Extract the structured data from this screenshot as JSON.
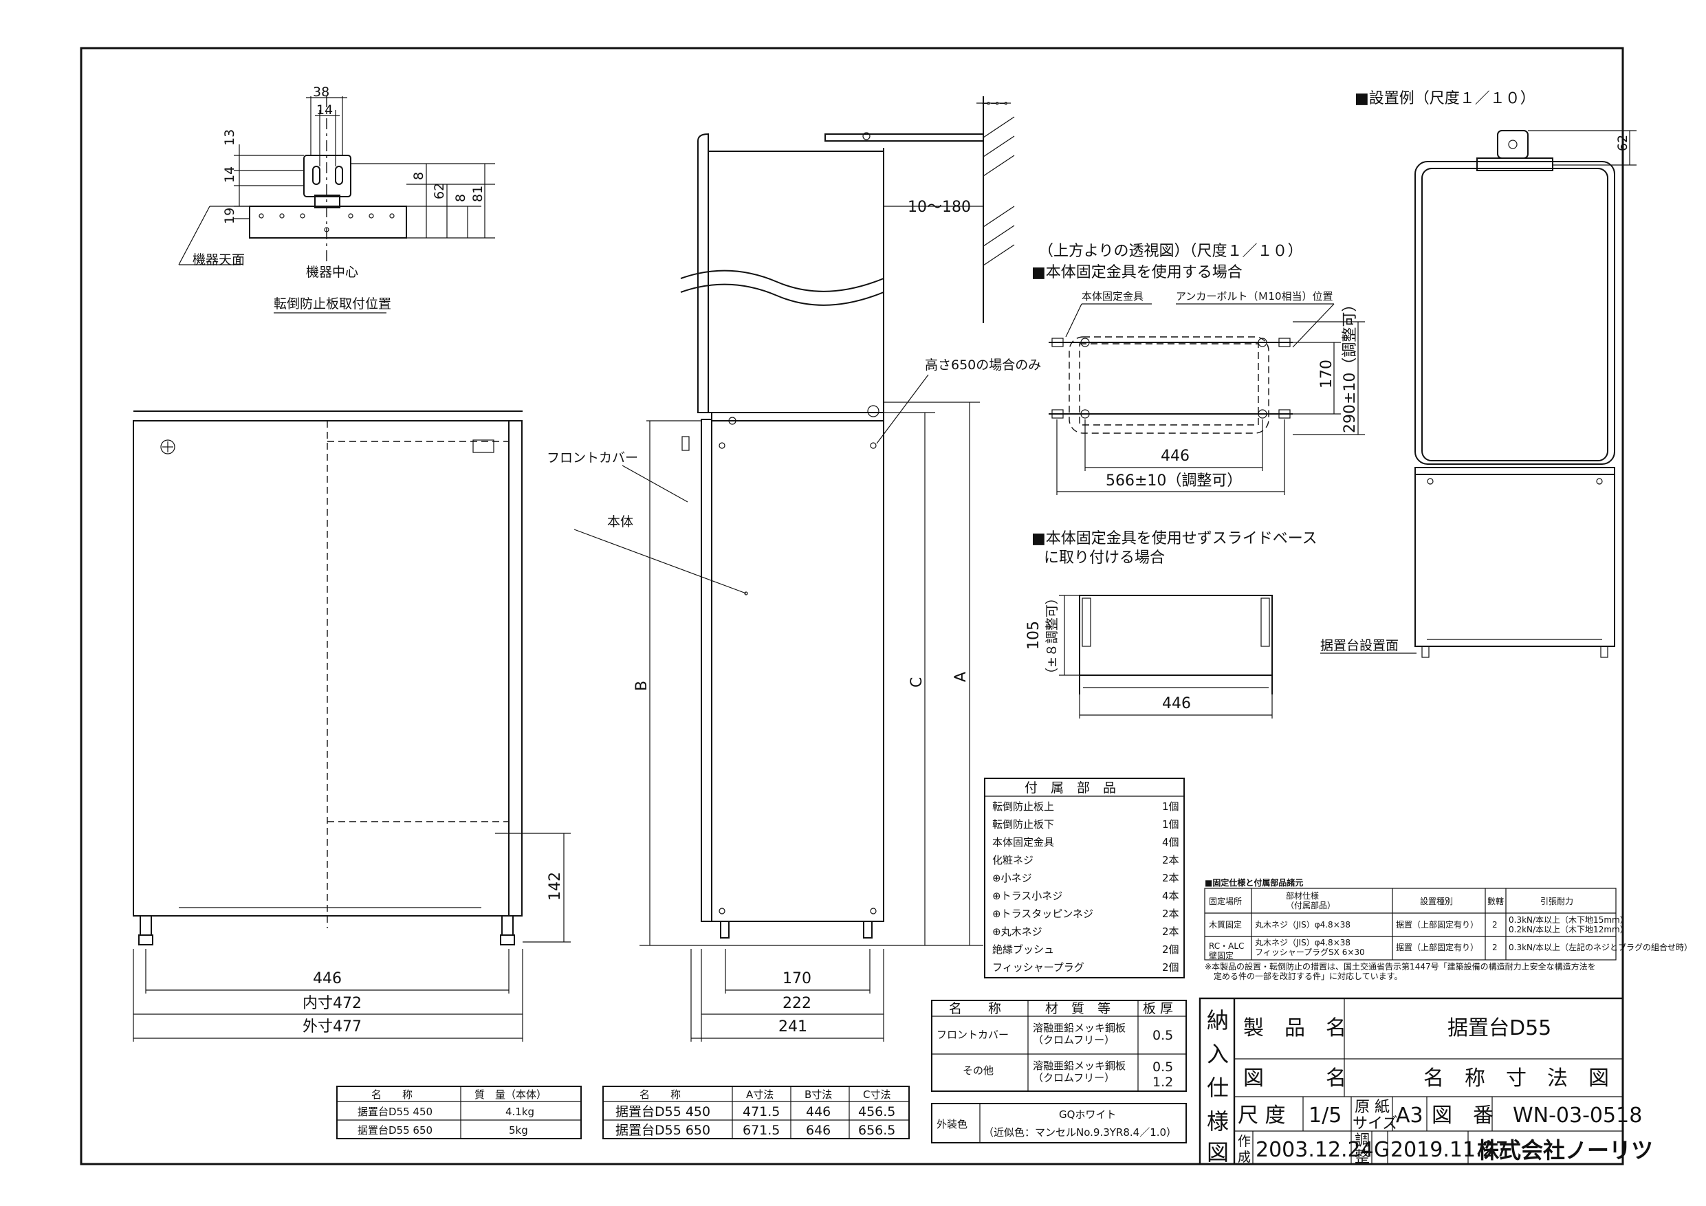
{
  "drawing": {
    "top_view": {
      "dims": [
        "38",
        "14",
        "13",
        "14",
        "8",
        "62",
        "8",
        "81",
        "19"
      ],
      "label_top": "機器天面",
      "label_center": "機器中心",
      "caption": "転倒防止板取付位置"
    },
    "front_view": {
      "dim_inner_width": "446",
      "dim_inner": "内寸472",
      "dim_outer": "外寸477",
      "dim_142": "142"
    },
    "side_view": {
      "label_front_cover": "フロントカバー",
      "label_body": "本体",
      "note_650": "高さ650の場合のみ",
      "dim_wall": "10～180",
      "letter_a": "A",
      "letter_b": "B",
      "letter_c": "C",
      "dim_170": "170",
      "dim_222": "222",
      "dim_241": "241"
    },
    "plan_view": {
      "title1": "（上方よりの透視図）（尺度１／１０）",
      "title2": "■本体固定金具を使用する場合",
      "label_bracket": "本体固定金具",
      "label_anchor": "アンカーボルト（Ｍ10相当）位置",
      "dim_170": "170",
      "dim_290": "290±10（調整可）",
      "dim_446": "446",
      "dim_566": "566±10（調整可）"
    },
    "slide_view": {
      "title1": "■本体固定金具を使用せずスライドベース",
      "title2": "に取り付ける場合",
      "dim_105": "105",
      "dim_105_note": "（±８調整可）",
      "dim_446": "446"
    },
    "install_view": {
      "title": "■設置例（尺度１／１０）",
      "dim_62": "62",
      "label_surface": "据置台設置面"
    }
  },
  "accessories": {
    "title": "付　属　部　品",
    "items": [
      {
        "name": "転倒防止板上",
        "qty": "1個"
      },
      {
        "name": "転倒防止板下",
        "qty": "1個"
      },
      {
        "name": "本体固定金具",
        "qty": "4個"
      },
      {
        "name": "化粧ネジ",
        "qty": "2本"
      },
      {
        "name": "⊕小ネジ",
        "qty": "2本"
      },
      {
        "name": "⊕トラス小ネジ",
        "qty": "4本"
      },
      {
        "name": "⊕トラスタッピンネジ",
        "qty": "2本"
      },
      {
        "name": "⊕丸木ネジ",
        "qty": "2本"
      },
      {
        "name": "絶縁ブッシュ",
        "qty": "2個"
      },
      {
        "name": "フィッシャープラグ",
        "qty": "2個"
      }
    ]
  },
  "fixing_spec": {
    "title": "■固定仕様と付属部品諸元",
    "headers": [
      "固定場所",
      "部材仕様\n（付属部品）",
      "設置種別",
      "數轄",
      "引張耐力"
    ],
    "rows": [
      [
        "木質固定",
        "丸木ネジ（JIS）φ4.8×38",
        "据置（上部固定有り）",
        "2",
        "0.3kN/本以上（木下地15mm）\n0.2kN/本以上（木下地12mm）"
      ],
      [
        "RC・ALC\n壁固定",
        "丸木ネジ（JIS）φ4.8×38\nフィッシャープラグSX 6×30",
        "据置（上部固定有り）",
        "2",
        "0.3kN/本以上（左記のネジとプラグの組合せ時）"
      ]
    ],
    "note1": "※本製品の設置・転倒防止の措置は、国土交通省告示第1447号「建築設備の構造耐力上安全な構造方法を",
    "note2": "定める件の一部を改訂する件」に対応しています。"
  },
  "material_table": {
    "headers": [
      "名　　称",
      "材　質　等",
      "板 厚"
    ],
    "rows": [
      {
        "name": "フロントカバー",
        "material": "溶融亜鉛メッキ鋼板\n（クロムフリー）",
        "thickness": "0.5"
      },
      {
        "name": "その他",
        "material": "溶融亜鉛メッキ鋼板\n（クロムフリー）",
        "thickness": "0.5\n1.2"
      }
    ],
    "color_label": "外装色",
    "color_value1": "GQホワイト",
    "color_value2": "（近似色：マンセルNo.9.3YR8.4／1.0）"
  },
  "mass_table": {
    "headers": [
      "名　　称",
      "質　量（本体）"
    ],
    "rows": [
      [
        "据置台D55 450",
        "4.1kg"
      ],
      [
        "据置台D55 650",
        "5kg"
      ]
    ]
  },
  "dimension_table": {
    "headers": [
      "名　　称",
      "A寸法",
      "B寸法",
      "C寸法"
    ],
    "rows": [
      [
        "据置台D55 450",
        "471.5",
        "446",
        "456.5"
      ],
      [
        "据置台D55 650",
        "671.5",
        "646",
        "656.5"
      ]
    ]
  },
  "title_block": {
    "side_chars": [
      "納",
      "入",
      "仕",
      "様",
      "図"
    ],
    "product_label": "製　品　名",
    "product_name": "据置台D55",
    "drawing_label": "図　　　名",
    "drawing_name": "名　称　寸　法　図",
    "scale_label": "尺 度",
    "scale_value": "1/5",
    "paper_label1": "原 紙",
    "paper_label2": "サイズ",
    "paper_value": "A3",
    "drawing_no_label": "図　番",
    "drawing_no": "WN-03-0518",
    "created_label1": "作",
    "created_label2": "成",
    "created_date": "2003.12.24",
    "revised_label1": "調",
    "revised_label2": "整",
    "revision": "G",
    "revised_date": "2019.11.27",
    "company": "株式会社ノーリツ"
  }
}
